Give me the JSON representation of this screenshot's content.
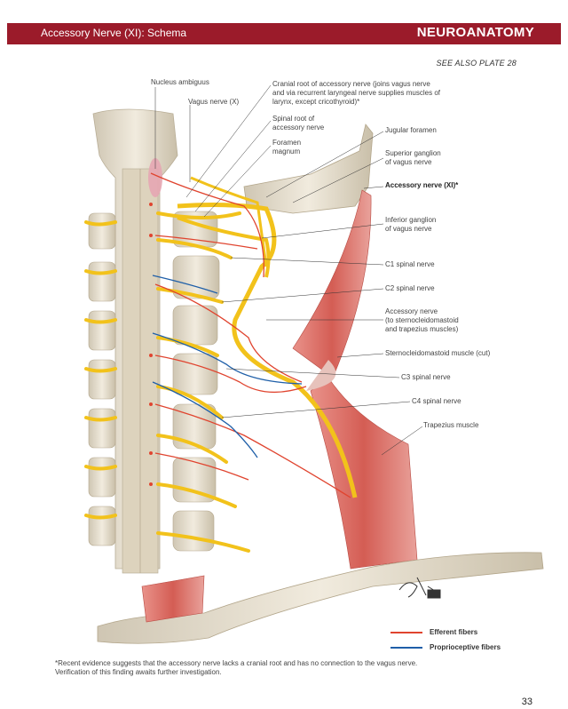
{
  "header": {
    "section_title": "Accessory Nerve (XI): Schema",
    "book_title": "NEUROANATOMY"
  },
  "see_also": "SEE ALSO PLATE 28",
  "labels": {
    "nucleus_ambiguus": "Nucleus ambiguus",
    "vagus_nerve": "Vagus nerve (X)",
    "cranial_root": "Cranial root of accessory nerve (joins vagus nerve\nand via recurrent laryngeal nerve supplies muscles of\nlarynx, except cricothyroid)*",
    "spinal_root": "Spinal root of\naccessory nerve",
    "foramen_magnum": "Foramen\nmagnum",
    "jugular_foramen": "Jugular foramen",
    "superior_ganglion": "Superior ganglion\nof vagus nerve",
    "accessory_nerve_xi": "Accessory nerve (XI)*",
    "inferior_ganglion": "Inferior ganglion\nof vagus nerve",
    "c1": "C1 spinal nerve",
    "c2": "C2 spinal nerve",
    "accessory_nerve_muscles": "Accessory nerve\n(to sternocleidomastoid\nand trapezius muscles)",
    "scm": "Sternocleidomastoid muscle (cut)",
    "c3": "C3 spinal nerve",
    "c4": "C4 spinal nerve",
    "trapezius": "Trapezius muscle"
  },
  "legend": {
    "efferent": {
      "label": "Efferent fibers",
      "color": "#e0442f"
    },
    "proprioceptive": {
      "label": "Proprioceptive fibers",
      "color": "#1f5fa8"
    }
  },
  "footnote": "*Recent evidence suggests that the accessory nerve lacks a cranial root and has no connection to the vagus nerve.\nVerification of this finding awaits further investigation.",
  "page_number": "33",
  "colors": {
    "header_bg": "#9b1b2a",
    "nerve": "#f2c21b",
    "bone": "#e8e0cf",
    "muscle": "#d9675f"
  }
}
